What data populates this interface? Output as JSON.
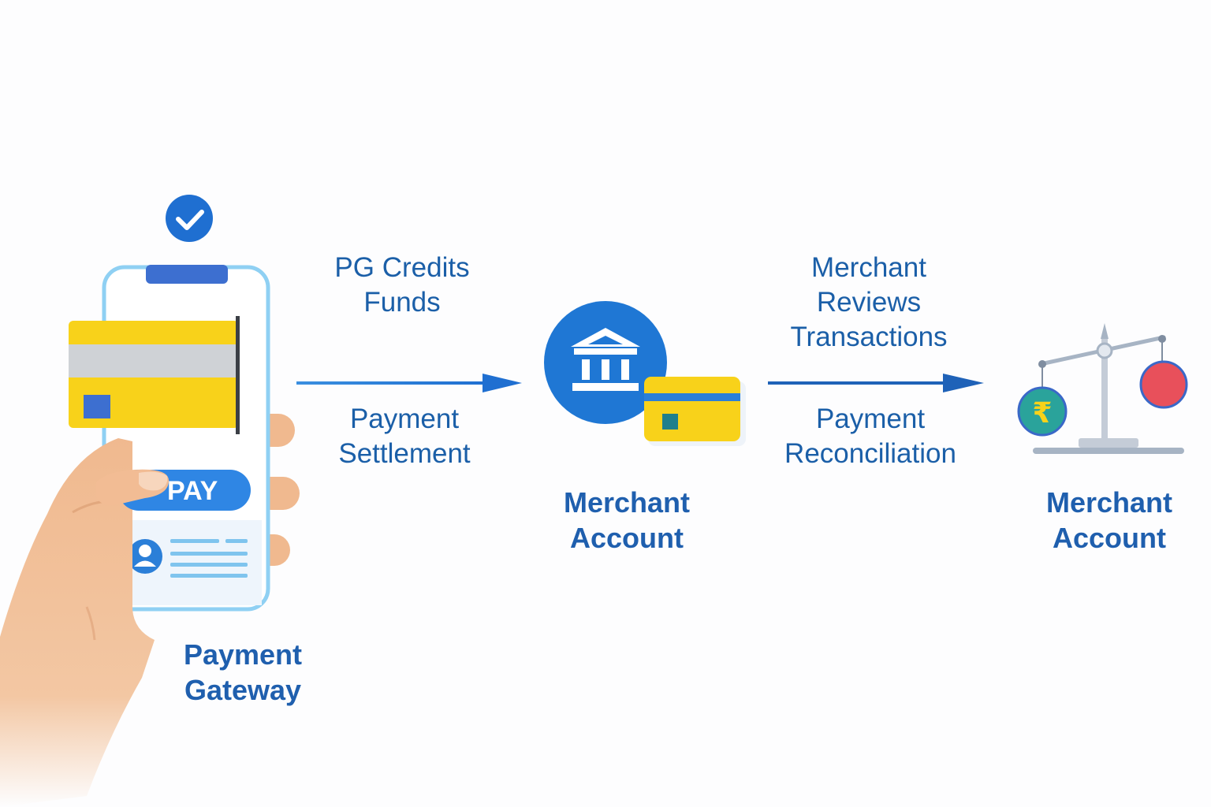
{
  "nodes": {
    "gateway": {
      "title_line1": "Payment",
      "title_line2": "Gateway",
      "pay_label": "PAY"
    },
    "merchant_account": {
      "title_line1": "Merchant",
      "title_line2": "Account"
    },
    "reconciliation_account": {
      "title_line1": "Merchant",
      "title_line2": "Account",
      "coin_symbol": "₹"
    }
  },
  "edges": {
    "first": {
      "top_line1": "PG Credits",
      "top_line2": "Funds",
      "bottom_line1": "Payment",
      "bottom_line2": "Settlement"
    },
    "second": {
      "top_line1": "Merchant",
      "top_line2": "Reviews",
      "top_line3": "Transactions",
      "bottom_line1": "Payment",
      "bottom_line2": "Reconciliation"
    }
  },
  "colors": {
    "brand_blue": "#1f6fd1",
    "title_blue": "#1f5fae",
    "card_yellow": "#f8d21a",
    "red": "#e8505b",
    "teal": "#2aa39b"
  }
}
